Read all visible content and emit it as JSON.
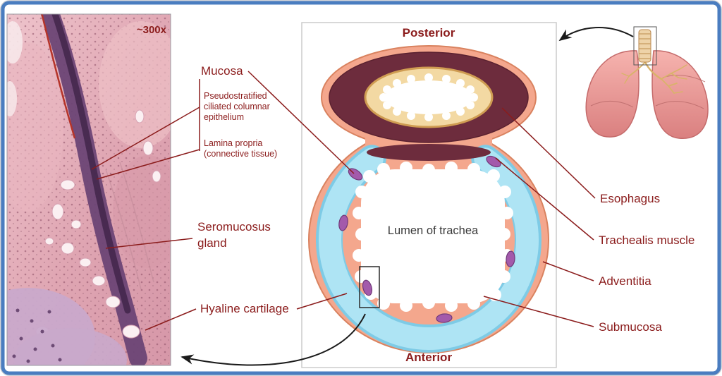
{
  "title": "Trachea cross-section with histology micrograph",
  "colors": {
    "frame-blue": "#4a7dc0",
    "label-red": "#8b1c1c",
    "tissue-pink": "#f4a78d",
    "tissue-pink-edge": "#d9825f",
    "cartilage-blue": "#aee4f4",
    "cartilage-blue-edge": "#7ecbe6",
    "esophagus-maroon": "#6d2c3d",
    "esophagus-tan": "#f3d9a3",
    "esophagus-tan-edge": "#cf9c52",
    "gland-purple": "#a35aab",
    "gland-purple-edge": "#703a7a",
    "lumen-text": "#3a3a3a",
    "arrow-black": "#1a1a1a",
    "hist-red-line": "#b5342a",
    "hist-cartilage": "#c9a9cb",
    "lung-edge": "#c46a6a",
    "bronchi-tan": "#d9b36a"
  },
  "micrograph": {
    "magnification": "~300x"
  },
  "schematic": {
    "posterior": "Posterior",
    "anterior": "Anterior",
    "lumen": "Lumen of trachea"
  },
  "left_labels": {
    "mucosa": "Mucosa",
    "epithelium_line1": "Pseudostratified",
    "epithelium_line2": "ciliated columnar",
    "epithelium_line3": "epithelium",
    "lamina_line1": "Lamina propria",
    "lamina_line2": "(connective tissue)",
    "gland_line1": "Seromucosus",
    "gland_line2": "gland",
    "cartilage": "Hyaline cartilage"
  },
  "right_labels": {
    "esophagus": "Esophagus",
    "trachealis": "Trachealis muscle",
    "adventitia": "Adventitia",
    "submucosa": "Submucosa"
  }
}
